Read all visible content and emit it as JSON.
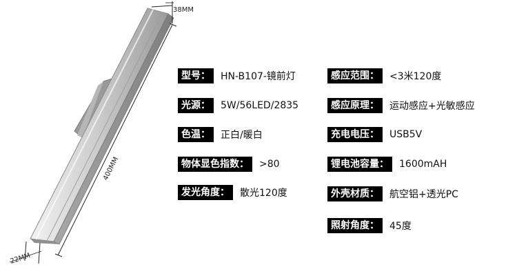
{
  "dimensions": {
    "width_label": "38MM",
    "length_label": "400MM",
    "depth_label": "22MM"
  },
  "specs_left": [
    {
      "label": "型号：",
      "value": "HN-B107-镜前灯"
    },
    {
      "label": "光源：",
      "value": "5W/56LED/2835"
    },
    {
      "label": "色温：",
      "value": "正白/暖白"
    },
    {
      "label": "物体显色指数：",
      "value": ">80"
    },
    {
      "label": "发光角度：",
      "value": "散光120度"
    }
  ],
  "specs_right": [
    {
      "label": "感应范围：",
      "value": "<3米120度"
    },
    {
      "label": "感应原理：",
      "value": "运动感应+光敏感应"
    },
    {
      "label": "充电电压：",
      "value": "USB5V"
    },
    {
      "label": "锂电池容量：",
      "value": "1600mAH"
    },
    {
      "label": "外壳材质：",
      "value": "航空铝+透光PC"
    },
    {
      "label": "照射角度：",
      "value": "45度"
    }
  ],
  "colors": {
    "label_bg": "#000000",
    "label_text": "#ffffff",
    "aluminum_light": "#e4e4e4",
    "aluminum_mid": "#b8b8b8",
    "aluminum_dark": "#8c8c8c"
  }
}
